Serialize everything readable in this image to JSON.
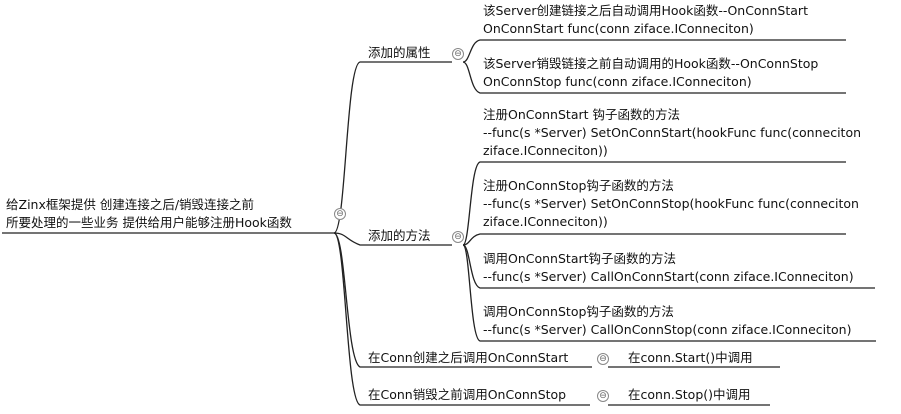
{
  "root": {
    "line1": "给Zinx框架提供 创建连接之后/销毁连接之前",
    "line2": "所要处理的一些业务 提供给用户能够注册Hook函数"
  },
  "branches": {
    "attributes": "添加的属性",
    "methods": "添加的方法",
    "call_start": "在Conn创建之后调用OnConnStart",
    "call_stop": "在Conn销毁之前调用OnConnStop"
  },
  "attribute_leaves": [
    {
      "line1": "该Server创建链接之后自动调用Hook函数--OnConnStart",
      "line2": "OnConnStart func(conn ziface.IConneciton)"
    },
    {
      "line1": "该Server销毁链接之前自动调用的Hook函数--OnConnStop",
      "line2": "OnConnStop func(conn ziface.IConneciton)"
    }
  ],
  "method_leaves": [
    {
      "line1": "注册OnConnStart 钩子函数的方法",
      "line2": "--func(s *Server) SetOnConnStart(hookFunc func(conneciton",
      "line3": "ziface.IConneciton))"
    },
    {
      "line1": "注册OnConnStop钩子函数的方法",
      "line2": "--func(s *Server) SetOnConnStop(hookFunc func(conneciton",
      "line3": "ziface.IConneciton))"
    },
    {
      "line1": "调用OnConnStart钩子函数的方法",
      "line2": "--func(s *Server) CallOnConnStart(conn ziface.IConneciton)"
    },
    {
      "line1": "调用OnConnStop钩子函数的方法",
      "line2": "--func(s *Server) CallOnConnStop(conn ziface.IConneciton)"
    }
  ],
  "call_leaves": {
    "start": "在conn.Start()中调用",
    "stop": "在conn.Stop()中调用"
  },
  "collapse_symbol": "⊖"
}
